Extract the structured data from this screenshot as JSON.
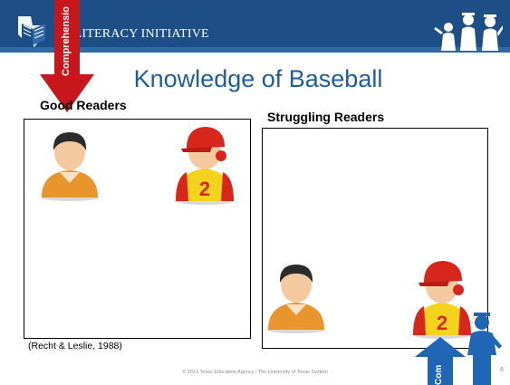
{
  "banner": {
    "title": "S LITERACY INITIATIVE"
  },
  "slide": {
    "title": "Knowledge of Baseball",
    "footer": "© 2013 Texas Education Agency / The University of Texas System",
    "number": "6"
  },
  "good_readers": {
    "heading": "Good Readers"
  },
  "struggling_readers": {
    "heading": "Struggling Readers"
  },
  "arrows": {
    "down_label": "Comprehensio",
    "up_label": "Com"
  },
  "player": {
    "jersey_number": "2"
  },
  "citation": "(Recht & Leslie, 1988)",
  "colors": {
    "banner": "#1d4f86",
    "title": "#1f5e9e",
    "arrow_red": "#c8161d",
    "arrow_blue": "#1f67b4",
    "player_red": "#d9261c",
    "jersey_yellow": "#f5d31c",
    "student_orange": "#e8952e"
  }
}
